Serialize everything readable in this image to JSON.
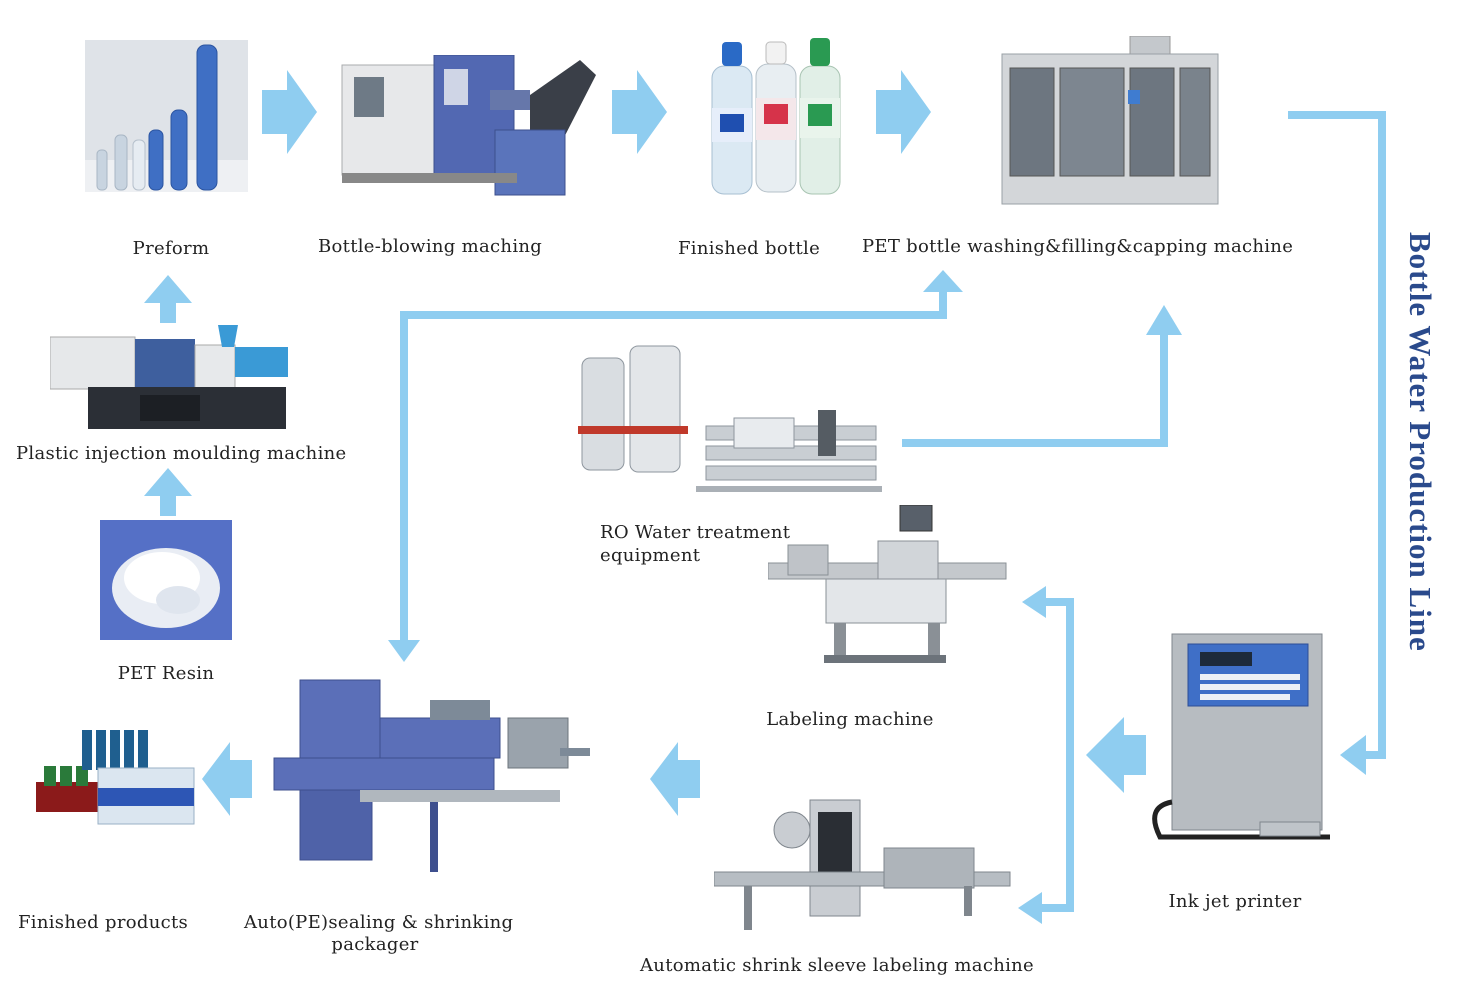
{
  "title": "Bottle Water Production Line",
  "colors": {
    "arrow": "#8fcdf0",
    "title": "#2a4a8c",
    "machine_blue": "#4e6fb5",
    "steel": "#c9ccd1"
  },
  "stations": {
    "preform": "Preform",
    "bottle_blowing": "Bottle-blowing maching",
    "finished_bottle": "Finished bottle",
    "washing_filling": "PET bottle washing&filling&capping machine",
    "injection": "Plastic injection moulding machine",
    "pet_resin": "PET Resin",
    "ro_line1": "RO Water treatment",
    "ro_line2": "equipment",
    "labeling": "Labeling machine",
    "ink_jet": "Ink jet printer",
    "finished_products": "Finished products",
    "auto_pe_line1": "Auto(PE)sealing & shrinking",
    "auto_pe_line2": "packager",
    "shrink_sleeve": "Automatic shrink sleeve labeling machine"
  },
  "icons": {
    "preform": "preform-image-icon",
    "bottle_blowing": "bottle-blowing-machine-icon",
    "finished_bottle": "bottles-icon",
    "washing_filling": "filling-machine-icon",
    "injection": "injection-machine-icon",
    "pet_resin": "resin-pellets-icon",
    "ro": "ro-water-equipment-icon",
    "labeling": "labeling-machine-icon",
    "ink_jet": "ink-jet-printer-icon",
    "finished_products": "product-pack-icon",
    "auto_pe": "shrink-packager-icon",
    "shrink_sleeve": "shrink-sleeve-machine-icon"
  }
}
